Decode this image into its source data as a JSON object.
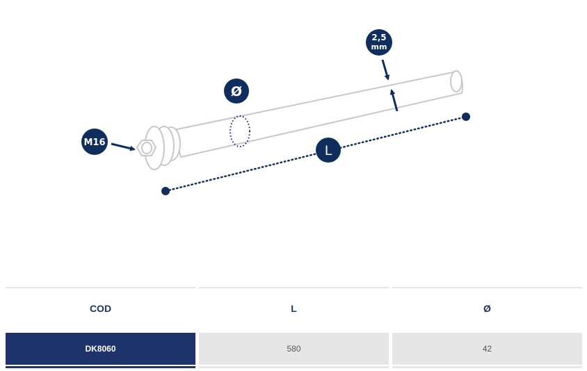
{
  "diagram": {
    "labels": {
      "thread": "M16",
      "diameter": "Ø",
      "length": "L",
      "thickness_value": "2,5",
      "thickness_unit": "mm"
    },
    "colors": {
      "navy": "#0f2e5e",
      "outline": "#c8c8c8"
    }
  },
  "table": {
    "headers": [
      "COD",
      "L",
      "Ø"
    ],
    "rows": [
      {
        "code": "DK8060",
        "length": "580",
        "diameter": "42"
      }
    ]
  }
}
